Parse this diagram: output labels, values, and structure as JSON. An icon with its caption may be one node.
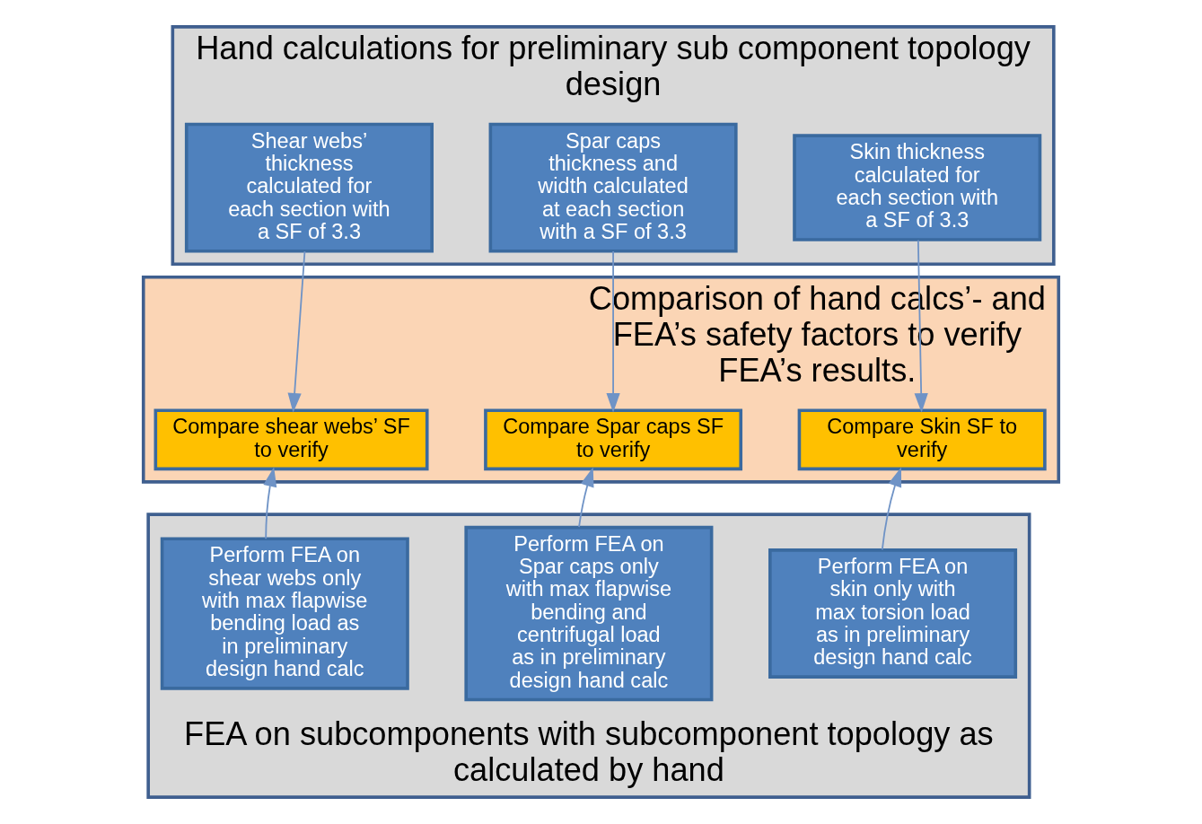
{
  "diagram": {
    "nodes": [
      {
        "text": [
          "Hand calculations for preliminary sub component topology design"
        ]
      },
      {
        "text": [
          "Skin thickness calculated for each section with a SF of 3.3"
        ],
        "in": 0
      },
      {
        "text": [
          "Spar caps thickness and width calculated at each section with a SF of 3.3"
        ],
        "in": 0
      },
      {
        "text": [
          "Shear webs’ thickness calculated for each section with a SF of 3.3"
        ],
        "in": 0
      },
      {
        "text": [
          "Comparison of hand calcs’- and FEA’s safety factors to verify FEA’s results."
        ]
      },
      {
        "text": [
          "Compare Skin SF to verify"
        ],
        "in": 4
      },
      {
        "text": [
          "Compare Spar caps SF to verify"
        ],
        "in": 4
      },
      {
        "text": [
          "Compare shear webs’ SF to verify"
        ],
        "in": 4
      },
      {
        "text": [
          "FEA on subcomponents with subcomponent topology as calculated by hand"
        ]
      },
      {
        "text": [
          "Perform FEA on skin only with max torsion load as in preliminary design hand calc"
        ],
        "in": 8
      },
      {
        "text": [
          "Perform FEA on Spar caps only with max flapwise bending and centrifugal load as in preliminary design hand calc"
        ],
        "in": 8
      },
      {
        "text": [
          "Perform FEA on shear webs only with max flapwise bending load as in preliminary design hand calc"
        ],
        "in": 8
      }
    ],
    "edges": [
      {
        "from": 1,
        "to": 5,
        "arrow": "to"
      },
      {
        "from": 2,
        "to": 6,
        "arrow": "to"
      },
      {
        "from": 3,
        "to": 7,
        "arrow": "to"
      },
      {
        "from": 9,
        "to": 5,
        "arrow": "to"
      },
      {
        "from": 10,
        "to": 6,
        "arrow": "to"
      },
      {
        "from": 11,
        "to": 7,
        "arrow": "to"
      }
    ]
  }
}
